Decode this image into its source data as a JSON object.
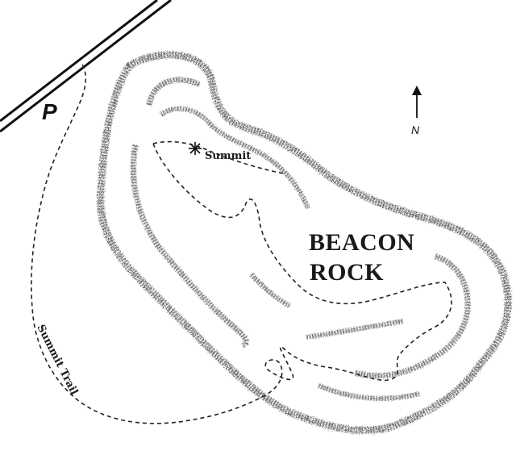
{
  "map": {
    "title_line1": "BEACON",
    "title_line2": "ROCK",
    "summit_label": "Summit",
    "trail_label": "Summit Trail",
    "parking_label": "P",
    "north_label": "N"
  },
  "colors": {
    "ink": "#1a1a1a",
    "cliff_hatching": "#6e6e6e",
    "background": "#ffffff"
  },
  "icons": {
    "summit": "asterisk-star-icon",
    "north": "north-arrow-icon"
  }
}
